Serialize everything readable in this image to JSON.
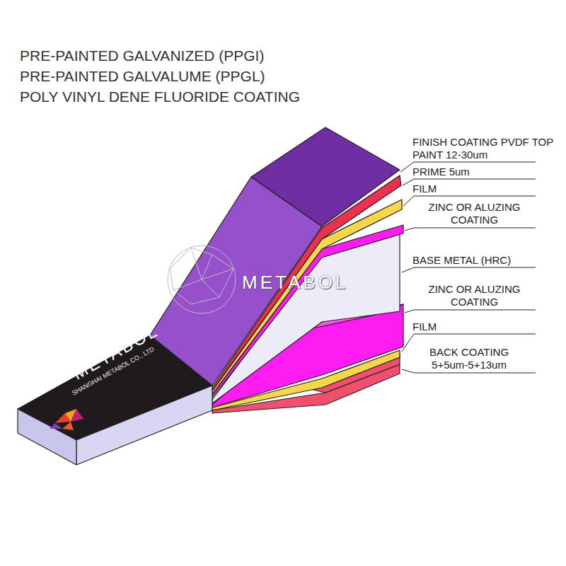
{
  "diagram": {
    "labels": [
      "PRE-PAINTED GALVANIZED (PPGI)",
      "PRE-PAINTED GALVALUME (PPGL)",
      "POLY VINYL DENE FLUORIDE COATING",
      "FINISH COATING PVDF TOP PAINT 12-30um",
      "PRIME 5um",
      "FILM",
      "ZINC OR ALUZING COATING",
      "BASE METAL (HRC)",
      "ZINC OR ALUZING COATING",
      "FILM",
      "BACK COATING 5+5um-5+13um",
      "METABOL",
      "METABOL",
      "SHANGHAI METABOL CO., LTD"
    ]
  }
}
